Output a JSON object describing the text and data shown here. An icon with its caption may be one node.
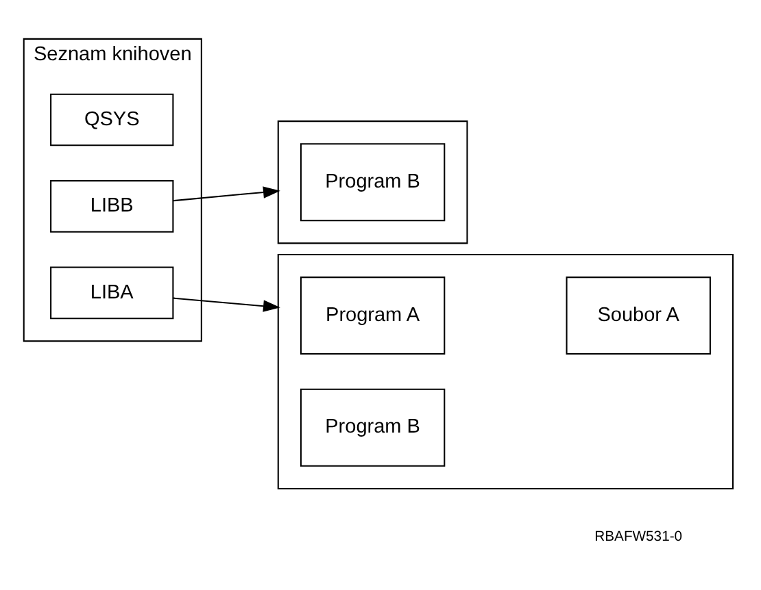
{
  "diagram": {
    "nodes": [
      {
        "text": [
          "Seznam knihoven"
        ]
      },
      {
        "text": [
          "QSYS"
        ],
        "in": 0
      },
      {
        "text": [
          "LIBB"
        ],
        "in": 0
      },
      {
        "text": [
          "LIBA"
        ],
        "in": 0
      },
      {
        "text": [],
        "shape": "box"
      },
      {
        "text": [
          "Program B"
        ],
        "in": 4
      },
      {
        "text": [],
        "shape": "box"
      },
      {
        "text": [
          "Program A"
        ],
        "in": 6
      },
      {
        "text": [
          "Soubor A"
        ],
        "in": 6
      },
      {
        "text": [
          "Program B"
        ],
        "in": 6
      }
    ],
    "edges": [
      {
        "from": 2,
        "to": 4,
        "arrow": "to"
      },
      {
        "from": 3,
        "to": 6,
        "arrow": "to"
      }
    ],
    "labels": [
      "RBAFW531-0"
    ]
  }
}
